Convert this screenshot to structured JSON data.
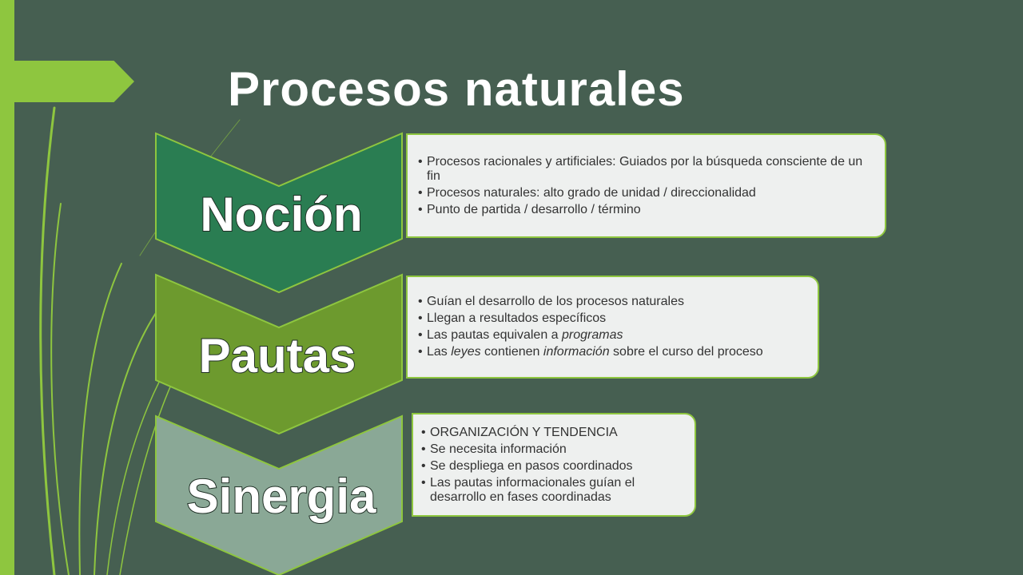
{
  "slide": {
    "title": "Procesos naturales",
    "colors": {
      "background": "#465f51",
      "accent": "#8ec63f",
      "nocion": "#2a7d52",
      "pautas": "#6d9a2e",
      "sinergia": "#8aa896",
      "box_fill": "#eef0ef"
    },
    "sections": [
      {
        "label": "Noción",
        "items": [
          [
            {
              "t": "Procesos racionales y artificiales: Guiados por la búsqueda consciente de un fin"
            }
          ],
          [
            {
              "t": "Procesos naturales: alto grado de unidad / direccionalidad"
            }
          ],
          [
            {
              "t": "Punto de partida / desarrollo / término"
            }
          ]
        ]
      },
      {
        "label": "Pautas",
        "items": [
          [
            {
              "t": "Guían el desarrollo de los procesos naturales"
            }
          ],
          [
            {
              "t": "Llegan a resultados específicos"
            }
          ],
          [
            {
              "t": "Las pautas equivalen a "
            },
            {
              "t": "programas",
              "i": true
            }
          ],
          [
            {
              "t": "Las "
            },
            {
              "t": "leyes",
              "i": true
            },
            {
              "t": " contienen "
            },
            {
              "t": "información",
              "i": true
            },
            {
              "t": " sobre el curso del proceso"
            }
          ]
        ]
      },
      {
        "label": "Sinergia",
        "items": [
          [
            {
              "t": "ORGANIZACIÓN Y TENDENCIA"
            }
          ],
          [
            {
              "t": "Se necesita información"
            }
          ],
          [
            {
              "t": "Se despliega en pasos coordinados"
            }
          ],
          [
            {
              "t": "Las pautas informacionales guían el desarrollo en fases coordinadas"
            }
          ]
        ]
      }
    ]
  }
}
